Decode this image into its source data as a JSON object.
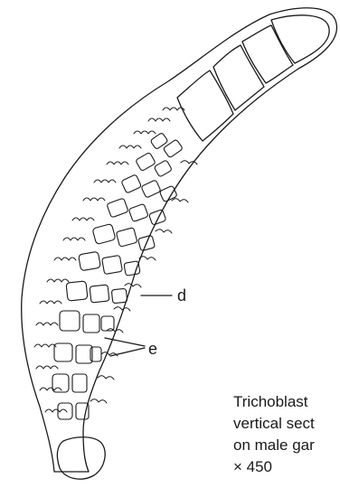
{
  "labels": {
    "d": "d",
    "e": "e"
  },
  "caption": {
    "line1": "Trichoblast",
    "line2": "vertical sect",
    "line3": "on male gar",
    "line4": "× 450"
  },
  "colors": {
    "ink": "#1a1a1a",
    "paper": "#ffffff"
  }
}
